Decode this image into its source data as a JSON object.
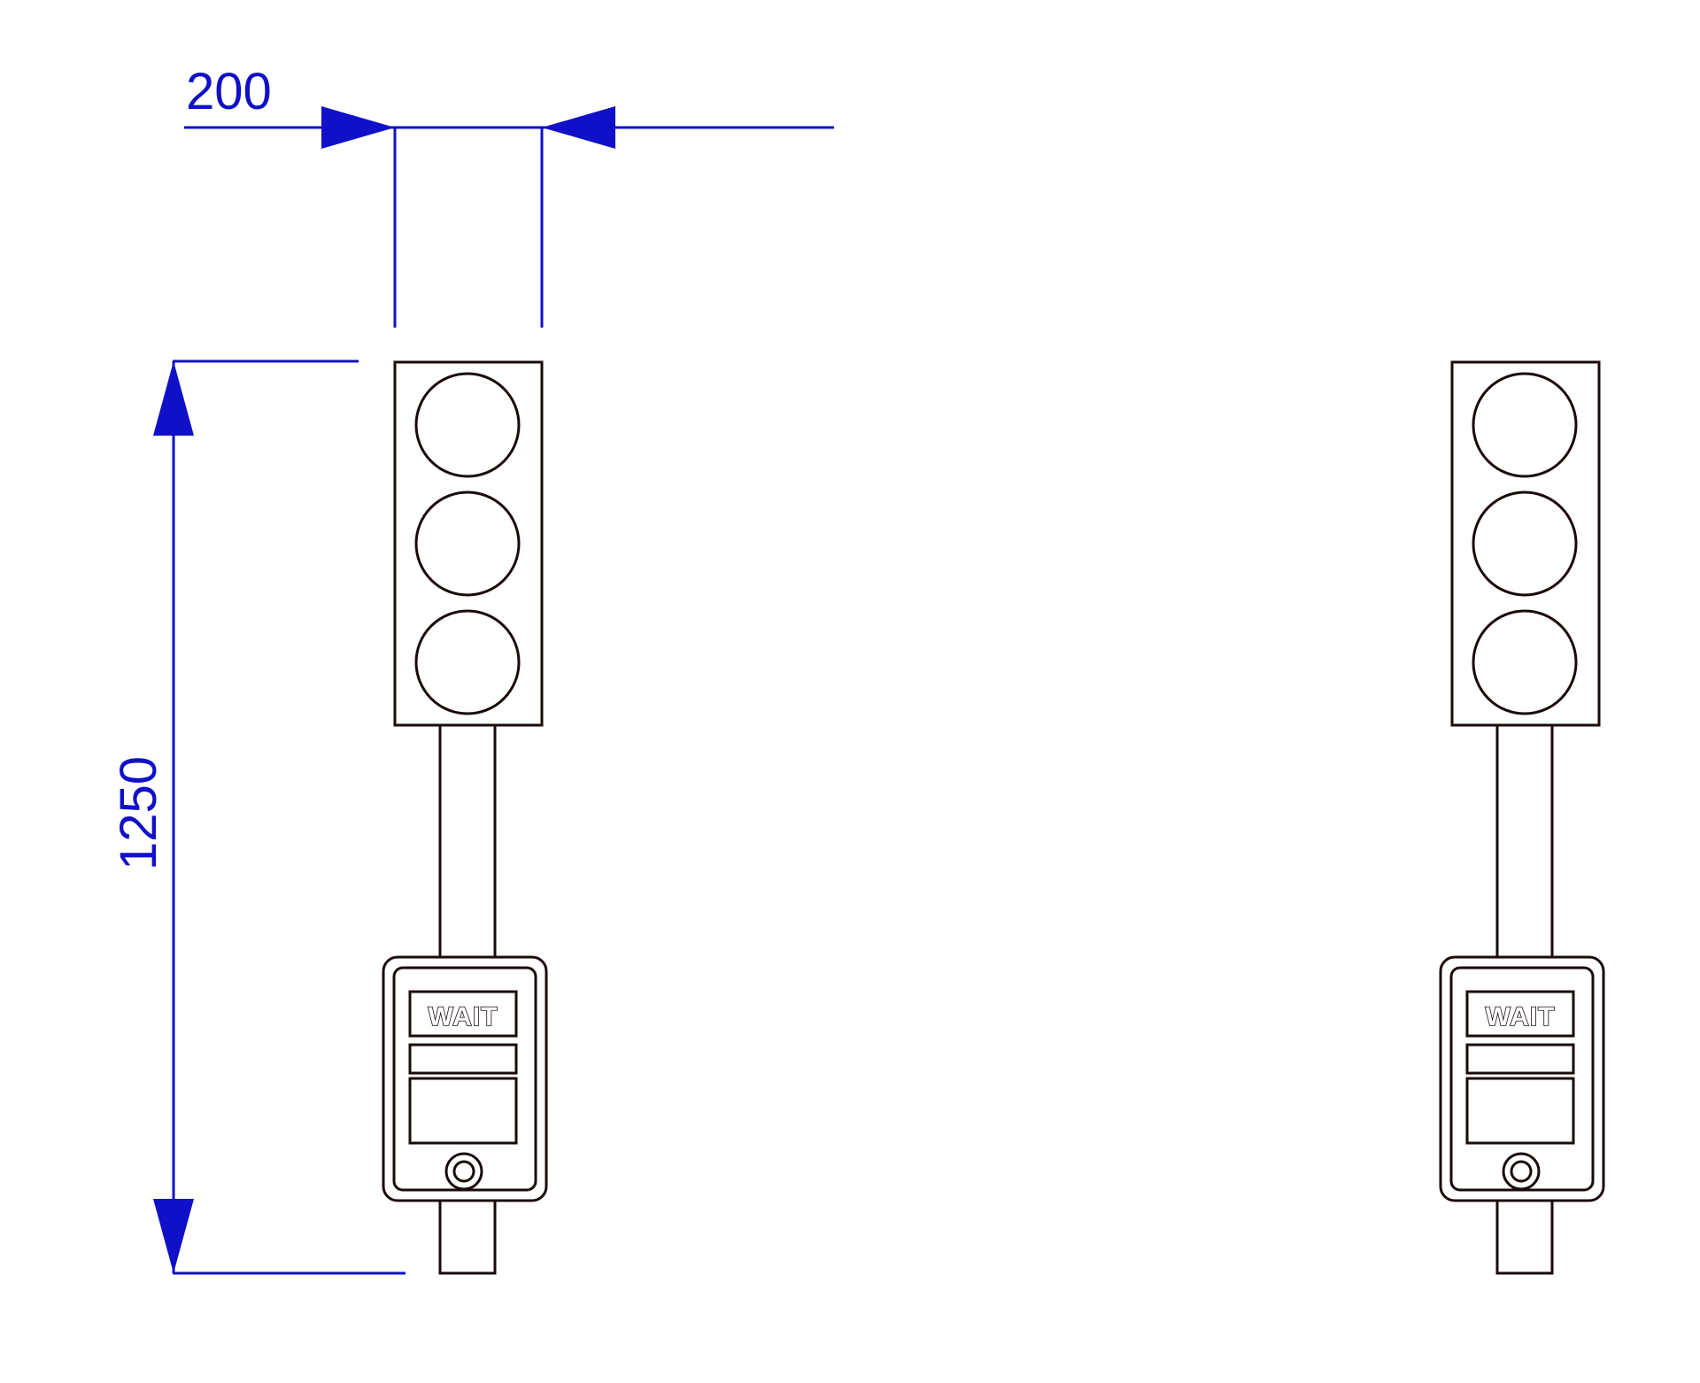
{
  "colors": {
    "dimension": "#1010c8",
    "outline": "#1a0a0a",
    "background": "#ffffff"
  },
  "dimensions": {
    "width_label": "200",
    "height_label": "1250"
  },
  "signals": [
    {
      "id": "left",
      "push_button_label": "WAIT",
      "lamp_count": 3
    },
    {
      "id": "right",
      "push_button_label": "WAIT",
      "lamp_count": 3
    }
  ]
}
